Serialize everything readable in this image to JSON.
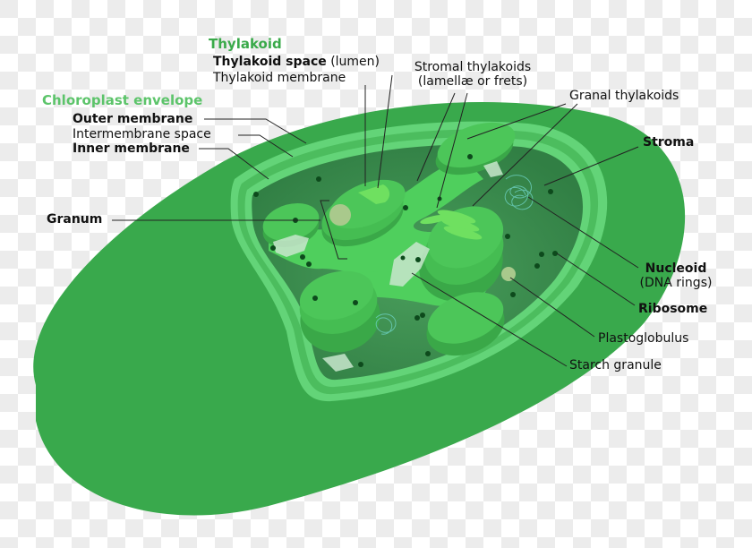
{
  "title": "Chloroplast structure diagram",
  "colors": {
    "outer_body": "#39a94c",
    "envelope_band": "#63d478",
    "intermembrane": "#4cbd5e",
    "stroma": "#358a4a",
    "stroma_light": "#4a9e5c",
    "granum": "#45bd52",
    "granum_edge": "#3aa848",
    "thylakoid_light": "#6fe060",
    "starch": "#c8e6cc",
    "plastoglobulus": "#a9c98c",
    "nucleoid": "#6ccfbf",
    "ribosome": "#0d4a1c",
    "thylakoid_heading": "#3aaa4a",
    "envelope_heading": "#5cc46a",
    "leader_line": "#222222"
  },
  "labels": {
    "thylakoid_group": {
      "heading": "Thylakoid",
      "space_bold": "Thylakoid space",
      "space_paren": "(lumen)",
      "membrane": "Thylakoid membrane"
    },
    "envelope_group": {
      "heading": "Chloroplast envelope",
      "outer": "Outer membrane",
      "intermembrane": "Intermembrane space",
      "inner": "Inner membrane"
    },
    "stromal_thylakoids": {
      "title": "Stromal thylakoids",
      "subtitle": "(lamellæ or frets)"
    },
    "granal_thylakoids": "Granal thylakoids",
    "stroma": "Stroma",
    "granum": "Granum",
    "nucleoid": {
      "title": "Nucleoid",
      "subtitle": "(DNA rings)"
    },
    "ribosome": "Ribosome",
    "plastoglobulus": "Plastoglobulus",
    "starch_granule": "Starch granule"
  }
}
